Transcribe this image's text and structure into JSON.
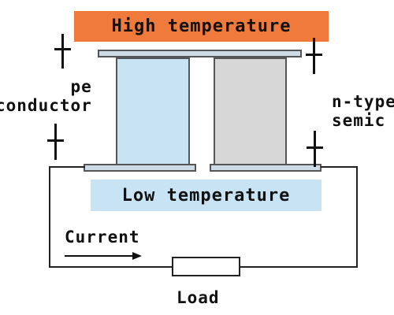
{
  "hot_label": "High temperature",
  "cold_label": "Low temperature",
  "p_type_label": "pe\nconductor",
  "n_type_label": "n-type\nsemic",
  "current_label": "Current",
  "load_label": "Load",
  "colors": {
    "hot": "#f07a3c",
    "cold": "#c8e4f4",
    "p_leg": "#c8e4f4",
    "n_leg": "#d7d7d7",
    "plate": "#ccdbe6",
    "wire": "#222222"
  },
  "icons": [
    "plus-sign",
    "arrow-right"
  ]
}
